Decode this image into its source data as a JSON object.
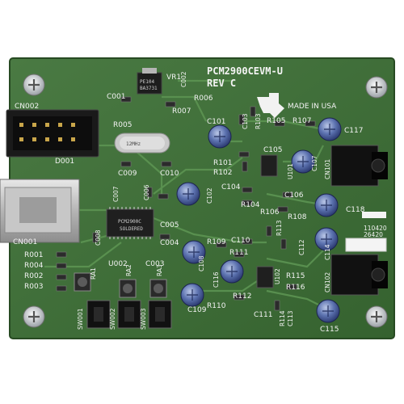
{
  "board": {
    "title": "PCM2900CEVM-U",
    "revision": "REV C",
    "made_in": "MADE IN USA",
    "fab_code_top": "110420",
    "fab_code_bottom": "26420",
    "colors": {
      "pcb": "#3f6e3a",
      "pcb_dark": "#2c5127",
      "silk": "#f2f2f2",
      "trace": "#4f8548"
    }
  },
  "chips": {
    "vreg_line1": "PE104",
    "vreg_line2": "BA3731",
    "crystal": "12MHz",
    "codec_line1": "PCM2900C",
    "codec_line2": "SOLDERED"
  },
  "labels": {
    "vr1": "VR1",
    "c002": "C002",
    "c001": "C001",
    "r006": "R006",
    "r007": "R007",
    "cn002": "CN002",
    "r005": "R005",
    "d001": "D001",
    "c009": "C009",
    "c010": "C010",
    "c007": "C007",
    "c006": "C006",
    "c005": "C005",
    "c004": "C004",
    "c008": "C008",
    "cn001": "CN001",
    "r001": "R001",
    "r004": "R004",
    "r002": "R002",
    "r003": "R003",
    "ra1": "RA1",
    "ra2": "RA2",
    "ra3": "RA3",
    "u002": "U002",
    "c003": "C003",
    "sw001": "SW001",
    "sw002": "SW002",
    "sw003": "SW003",
    "c101": "C101",
    "c103": "C103",
    "r103": "R103",
    "r105": "R105",
    "r107": "R107",
    "c117": "C117",
    "c105": "C105",
    "r101": "R101",
    "r102": "R102",
    "u101": "U101",
    "c107": "C107",
    "cn101": "CN101",
    "c102": "C102",
    "c104": "C104",
    "c106": "C106",
    "r104": "R104",
    "r106": "R106",
    "r108": "R108",
    "r113": "R113",
    "c118": "C118",
    "r109": "R109",
    "c110": "C110",
    "r111": "R111",
    "c112": "C112",
    "c114": "C114",
    "c108": "C108",
    "c116": "C116",
    "u102": "U102",
    "cn102": "CN102",
    "r112": "R112",
    "r115": "R115",
    "r116": "R116",
    "r110": "R110",
    "c109": "C109",
    "c111": "C111",
    "r114": "R114",
    "c113": "C113",
    "c115": "C115"
  }
}
